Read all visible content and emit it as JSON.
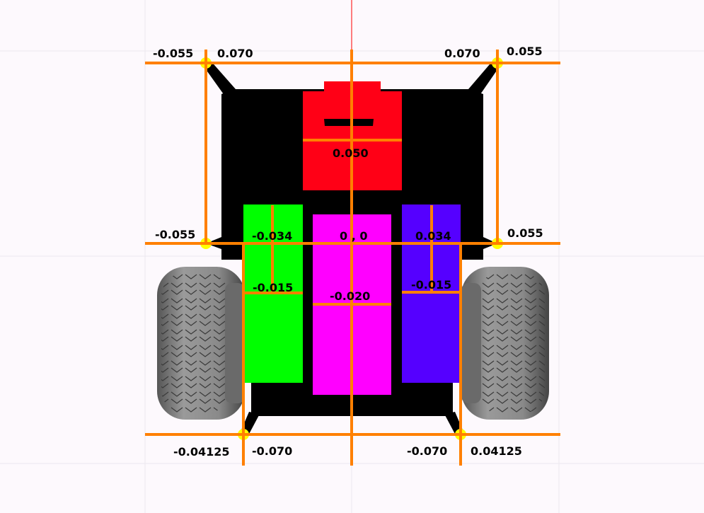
{
  "title": "Robot top-view coordinate diagram",
  "colors": {
    "background": "#fdf9fd",
    "guide_lines": "#ff8000",
    "body": "#000000",
    "front_sensor": "#ff0016",
    "left_module": "#00ff00",
    "center_module": "#ff00ff",
    "right_module": "#5500ff",
    "corner_marker": "#ffff00",
    "axis_line": "#ff0000"
  },
  "labels": {
    "front_left_y": "-0.055",
    "front_left_x": "0.070",
    "front_right_x": "0.070",
    "front_right_y": "0.055",
    "front_sensor_x": "0.050",
    "mid_left_y": "-0.055",
    "left_module_y": "-0.034",
    "origin": "0 , 0",
    "right_module_y": "0.034",
    "mid_right_y": "0.055",
    "left_module_x": "-0.015",
    "center_module_x": "-0.020",
    "right_module_x": "-0.015",
    "rear_left_y": "-0.04125",
    "rear_left_x": "-0.070",
    "rear_right_x": "-0.070",
    "rear_right_y": "0.04125"
  }
}
